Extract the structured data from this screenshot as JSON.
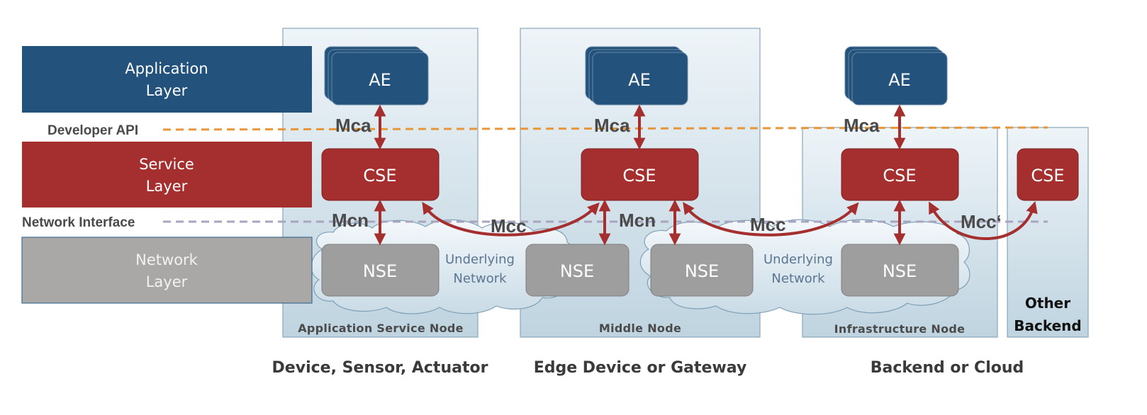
{
  "layers": {
    "application": {
      "line1": "Application",
      "line2": "Layer"
    },
    "service": {
      "line1": "Service",
      "line2": "Layer"
    },
    "network": {
      "line1": "Network",
      "line2": "Layer"
    }
  },
  "interfaces": {
    "developer_api": "Developer API",
    "network_interface": "Network Interface"
  },
  "nodes": {
    "asn": {
      "label": "Application Service Node",
      "ae": "AE",
      "cse": "CSE",
      "nse": "NSE",
      "mca": "Mca",
      "mcn": "Mcn"
    },
    "middle": {
      "label": "Middle Node",
      "ae": "AE",
      "cse": "CSE",
      "nse_left": "NSE",
      "nse_right": "NSE",
      "mca": "Mca",
      "mcn": "Mcn"
    },
    "infra": {
      "label": "Infrastructure Node",
      "ae": "AE",
      "cse": "CSE",
      "nse": "NSE",
      "mca": "Mca"
    },
    "other": {
      "label_line1": "Other",
      "label_line2": "Backend",
      "cse": "CSE"
    }
  },
  "references": {
    "mcc_left": "Mcc",
    "mcc_right": "Mcc",
    "mcc_prime": "Mcc‘"
  },
  "clouds": {
    "left": {
      "line1": "Underlying",
      "line2": "Network"
    },
    "right": {
      "line1": "Underlying",
      "line2": "Network"
    }
  },
  "bottom_labels": {
    "device": "Device, Sensor, Actuator",
    "edge": "Edge Device or Gateway",
    "cloud": "Backend or Cloud"
  },
  "colors": {
    "application": "#23527c",
    "service": "#a52e2e",
    "network": "#a9a8a6",
    "nse": "#9e9e9e",
    "arrow": "#a52e2e",
    "developer_api_line": "#e8963a",
    "network_interface_line": "#a9a4c0",
    "panel_top": "#eaf1f6",
    "panel_bottom": "#c2d6e2"
  }
}
